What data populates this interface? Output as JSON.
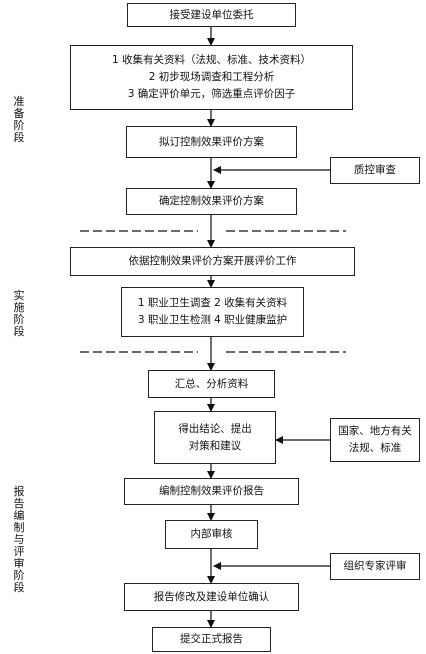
{
  "stages": {
    "prepare": "准备阶段",
    "implement": "实施阶段",
    "report": "报告编制与评审阶段"
  },
  "steps": {
    "accept": "接受建设单位委托",
    "prep_1": "1 收集有关资料（法规、标准、技术资料）",
    "prep_2": "2 初步现场调查和工程分析",
    "prep_3": "3 确定评价单元，筛选重点评价因子",
    "draft_plan": "拟订控制效果评价方案",
    "qc_review": "质控审查",
    "confirm_plan": "确定控制效果评价方案",
    "carry_out": "依据控制效果评价方案开展评价工作",
    "work_1": "1 职业卫生调查 2 收集有关资料",
    "work_2": "3 职业卫生检测 4 职业健康监护",
    "summarize": "汇总、分析资料",
    "conclude_1": "得出结论、提出",
    "conclude_2": "对策和建议",
    "regulations_1": "国家、地方有关",
    "regulations_2": "法规、标准",
    "compile_report": "编制控制效果评价报告",
    "internal_review": "内部审核",
    "expert_review": "组织专家评审",
    "revise_confirm": "报告修改及建设单位确认",
    "submit": "提交正式报告"
  }
}
